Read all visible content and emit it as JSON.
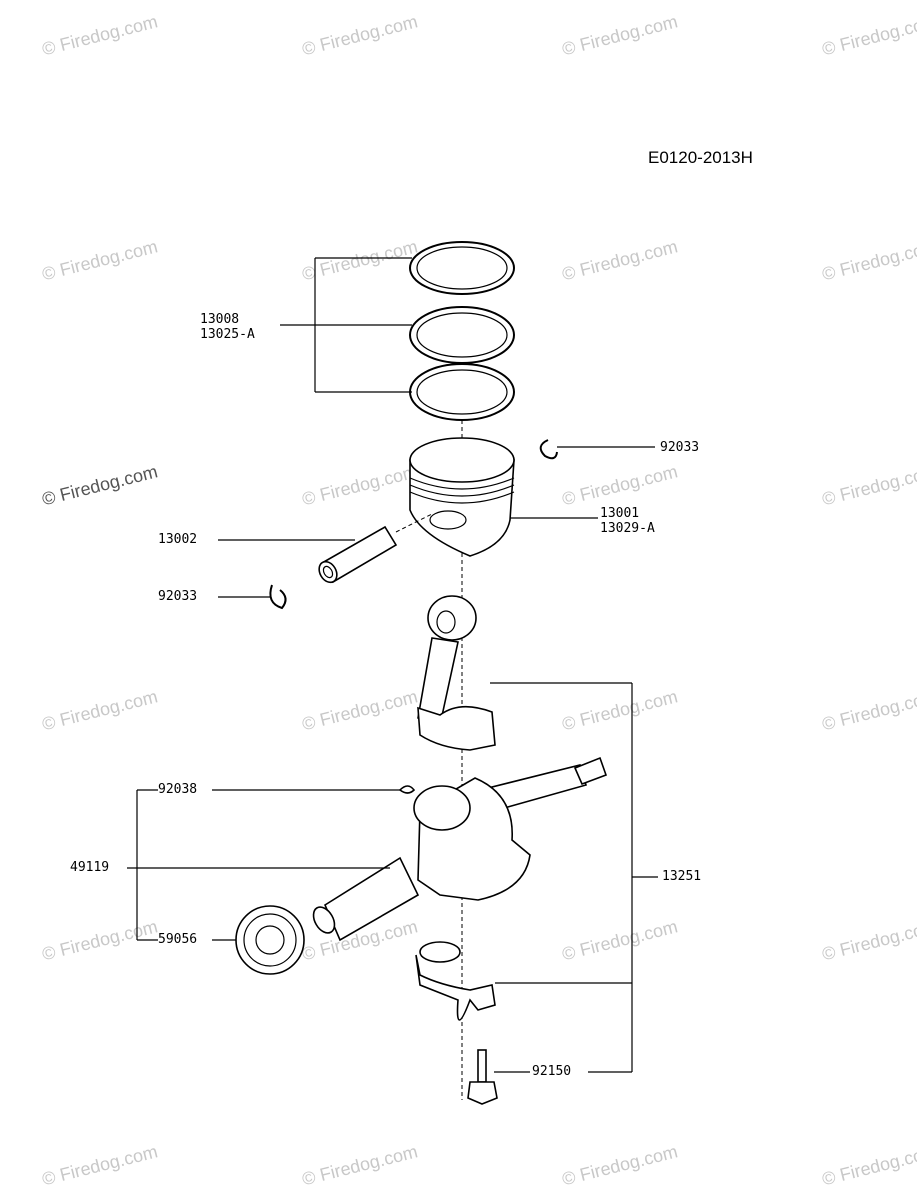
{
  "diagram_code": "E0120-2013H",
  "watermark": "© Firedog.com",
  "parts": {
    "piston_ring_set": "13008",
    "piston_ring_std": "13025-A",
    "circlip_top": "92033",
    "piston": "13001",
    "piston_std": "13029-A",
    "piston_pin": "13002",
    "circlip_bottom": "92033",
    "key": "92038",
    "crankshaft": "49119",
    "gear": "59056",
    "connecting_rod_assy": "13251",
    "bolt": "92150"
  }
}
